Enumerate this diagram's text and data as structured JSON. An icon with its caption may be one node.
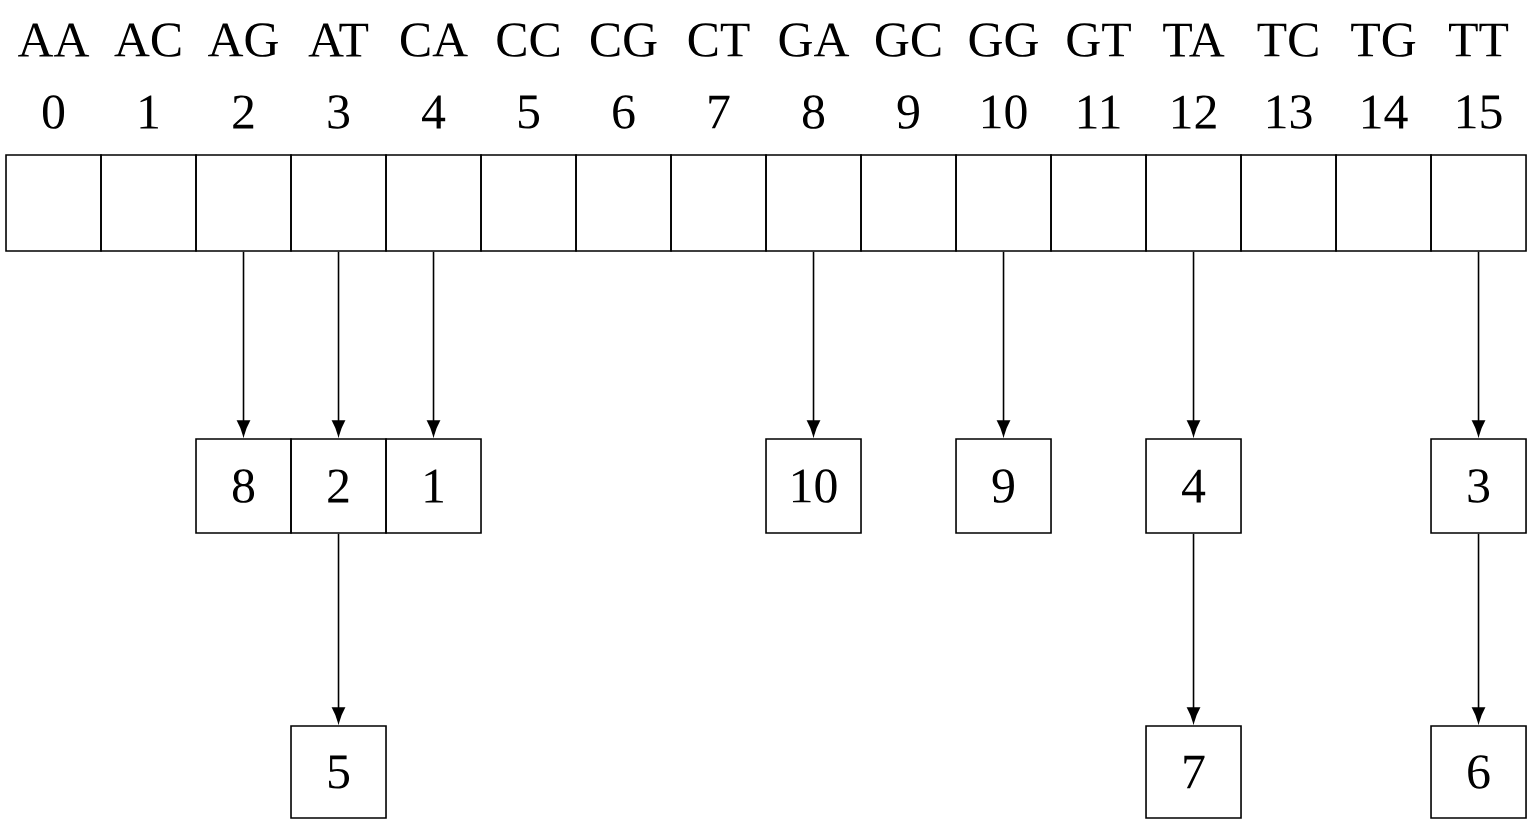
{
  "diagram": {
    "nodes": [
      {
        "text": [
          "AA",
          "0"
        ]
      },
      {
        "text": [
          "AC",
          "1"
        ]
      },
      {
        "text": [
          "AG",
          "2"
        ]
      },
      {
        "text": [
          "AT",
          "3"
        ]
      },
      {
        "text": [
          "CA",
          "4"
        ]
      },
      {
        "text": [
          "CC",
          "5"
        ]
      },
      {
        "text": [
          "CG",
          "6"
        ]
      },
      {
        "text": [
          "CT",
          "7"
        ]
      },
      {
        "text": [
          "GA",
          "8"
        ]
      },
      {
        "text": [
          "GC",
          "9"
        ]
      },
      {
        "text": [
          "GG",
          "10"
        ]
      },
      {
        "text": [
          "GT",
          "11"
        ]
      },
      {
        "text": [
          "TA",
          "12"
        ]
      },
      {
        "text": [
          "TC",
          "13"
        ]
      },
      {
        "text": [
          "TG",
          "14"
        ]
      },
      {
        "text": [
          "TT",
          "15"
        ]
      },
      {
        "text": [
          "8"
        ]
      },
      {
        "text": [
          "2"
        ]
      },
      {
        "text": [
          "1"
        ]
      },
      {
        "text": [
          "10"
        ]
      },
      {
        "text": [
          "9"
        ]
      },
      {
        "text": [
          "4"
        ]
      },
      {
        "text": [
          "3"
        ]
      },
      {
        "text": [
          "5"
        ]
      },
      {
        "text": [
          "7"
        ]
      },
      {
        "text": [
          "6"
        ]
      }
    ],
    "edges": [
      {
        "from": 2,
        "to": 16,
        "arrow": "to"
      },
      {
        "from": 3,
        "to": 17,
        "arrow": "to"
      },
      {
        "from": 4,
        "to": 18,
        "arrow": "to"
      },
      {
        "from": 8,
        "to": 19,
        "arrow": "to"
      },
      {
        "from": 10,
        "to": 20,
        "arrow": "to"
      },
      {
        "from": 12,
        "to": 21,
        "arrow": "to"
      },
      {
        "from": 15,
        "to": 22,
        "arrow": "to"
      },
      {
        "from": 17,
        "to": 23,
        "arrow": "to"
      },
      {
        "from": 21,
        "to": 24,
        "arrow": "to"
      },
      {
        "from": 22,
        "to": 25,
        "arrow": "to"
      }
    ]
  }
}
